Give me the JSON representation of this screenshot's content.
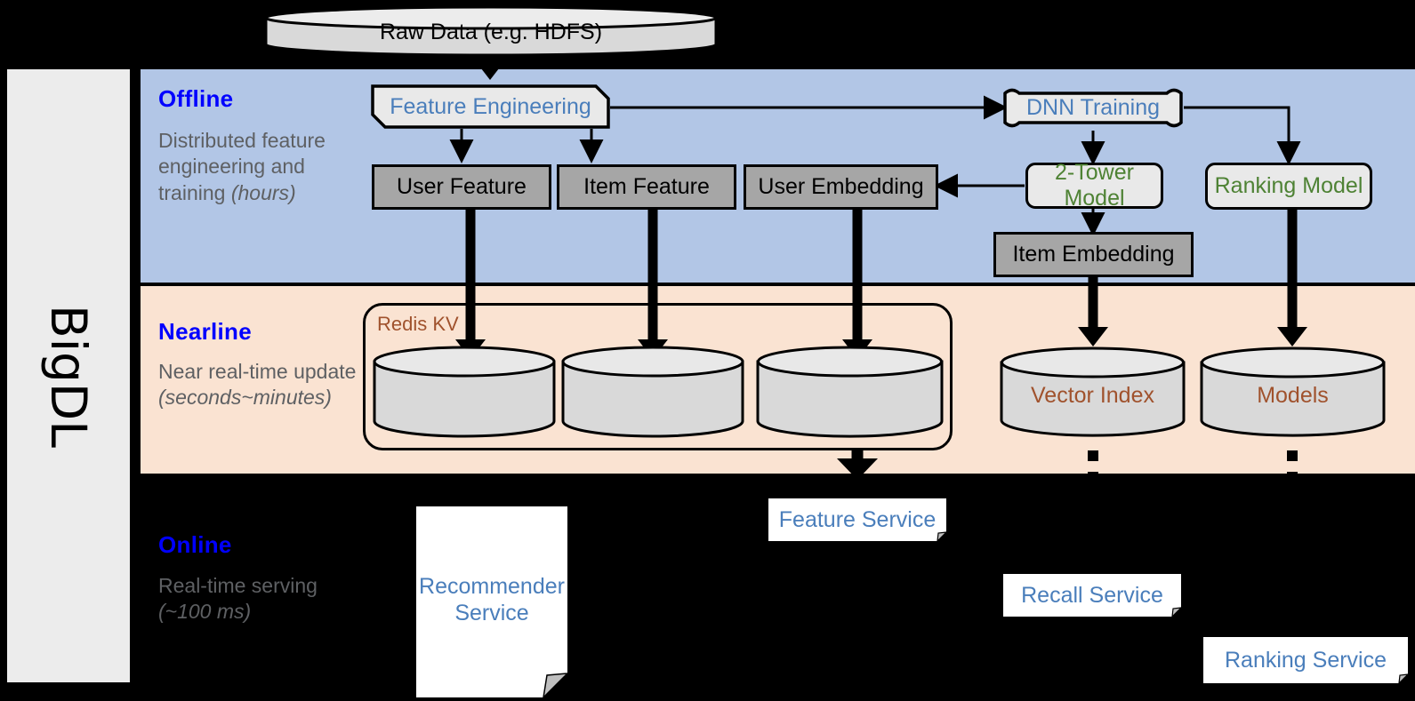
{
  "sidebar": {
    "label": "BigDL"
  },
  "bands": {
    "offline": {
      "title": "Offline",
      "desc": "Distributed feature engineering and training (hours)",
      "desc_plain": "Distributed feature engineering and training ",
      "desc_italic": "(hours)",
      "color": "#b2c6e6"
    },
    "nearline": {
      "title": "Nearline",
      "desc_plain": "Near real-time update ",
      "desc_italic": "(seconds~minutes)",
      "color": "#fae3d2"
    },
    "online": {
      "title": "Online",
      "desc_plain": "Real-time serving ",
      "desc_italic": "(~100 ms)",
      "color": "#000000"
    }
  },
  "source": {
    "raw_data": "Raw Data (e.g. HDFS)"
  },
  "offline": {
    "feature_engineering": "Feature Engineering",
    "dnn_training": "DNN Training",
    "user_feature": "User Feature",
    "item_feature": "Item Feature",
    "user_embedding": "User Embedding",
    "two_tower_model": "2-Tower Model",
    "ranking_model": "Ranking Model",
    "item_embedding": "Item Embedding"
  },
  "nearline": {
    "redis_kv": "Redis KV",
    "store_1": "",
    "store_2": "",
    "store_3": "",
    "vector_index": "Vector Index",
    "models": "Models"
  },
  "online": {
    "recommender_service_l1": "Recommender",
    "recommender_service_l2": "Service",
    "feature_service": "Feature Service",
    "recall_service": "Recall Service",
    "ranking_service": "Ranking Service"
  },
  "colors": {
    "offline_band": "#b2c6e6",
    "nearline_band": "#fae3d2",
    "online_band": "#000000",
    "blue_title": "#0000ff",
    "gray_desc": "#5e6063",
    "proc_blue_text": "#4a7ebb",
    "proc_green_text": "#4e8234",
    "brown_text": "#a0522d",
    "gray_box_fill": "#a6a6a6",
    "proc_box_fill": "#e9e9e9",
    "cyl_fill": "#d9d9d9",
    "sidebar_fill": "#ececec"
  }
}
